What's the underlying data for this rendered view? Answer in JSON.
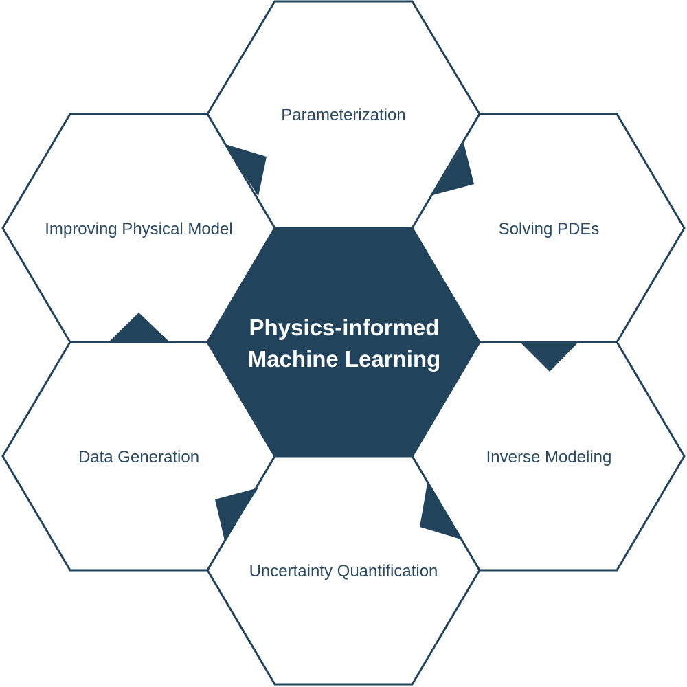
{
  "diagram": {
    "title": "Physics-informed Machine Learning",
    "center": {
      "line1": "Physics-informed",
      "line2": "Machine Learning"
    },
    "nodes": [
      {
        "id": "parameterization",
        "label": "Parameterization"
      },
      {
        "id": "solving-pdes",
        "label": "Solving PDEs"
      },
      {
        "id": "inverse-modeling",
        "label": "Inverse Modeling"
      },
      {
        "id": "uncertainty-quantification",
        "label": "Uncertainty Quantification"
      },
      {
        "id": "data-generation",
        "label": "Data Generation"
      },
      {
        "id": "improving-physical-model",
        "label": "Improving Physical Model"
      }
    ],
    "flow": [
      "Improving Physical Model -> Parameterization",
      "Parameterization -> Solving PDEs",
      "Solving PDEs -> Inverse Modeling",
      "Inverse Modeling -> Uncertainty Quantification",
      "Uncertainty Quantification -> Data Generation",
      "Data Generation -> Improving Physical Model"
    ],
    "colors": {
      "primary": "#22435c",
      "background": "#ffffff",
      "label_text": "#2b4a62",
      "center_text": "#ffffff"
    }
  }
}
